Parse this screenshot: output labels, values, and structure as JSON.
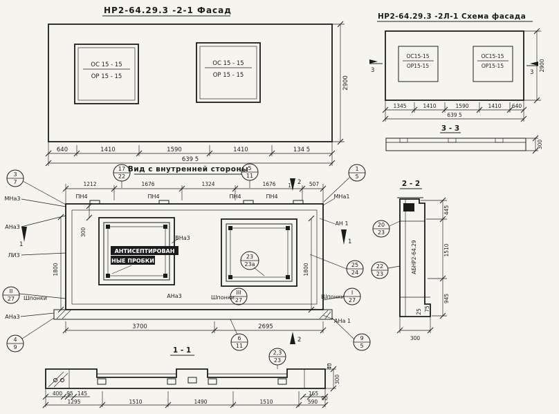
{
  "facade": {
    "title": "НР2-64.29.3 -2-1  Фасад",
    "window_top": "ОС 15 - 15",
    "window_bottom": "ОР 15 - 15",
    "height": "2900",
    "dims": [
      "640",
      "1410",
      "1590",
      "1410",
      "134 5"
    ],
    "total": "639 5"
  },
  "schema": {
    "title": "НР2-64.29.3 -2Л-1 Схема фасада",
    "window_top": "ОС15-15",
    "window_bottom": "ОР15-15",
    "height": "2900",
    "cut_mark": "3",
    "dims": [
      "1345",
      "1410",
      "1590",
      "1410",
      "640"
    ],
    "total": "639 5",
    "section33": {
      "label": "3 - 3",
      "depth": "300"
    }
  },
  "internal": {
    "title": "Вид с внутренней стороны",
    "top_dims": [
      "1212",
      "1676",
      "1324",
      "1676",
      "507"
    ],
    "dim_17": "17",
    "label_pn4": "ПН4",
    "label_mna3": "МНа3",
    "label_mna1": "МНа1",
    "label_ana3": "АНа3",
    "label_li3": "ЛИ3",
    "label_vna3": "ВНа3",
    "label_an1": "АН 1",
    "label_ana1": "АНа 1",
    "label_shponki": "Шпонки",
    "antiseptic_line1": "АНТИСЕПТИРОВАН",
    "antiseptic_line2": "НЫЕ ПРОБКИ",
    "dim_300": "300",
    "dim_1800": "1800",
    "dim_3700": "3700",
    "dim_2695": "2695",
    "cut_mark_1": "1",
    "cut_mark_2": "2",
    "section_label": "1 - 1",
    "callouts": {
      "c3_7": [
        "3",
        "7"
      ],
      "c17_22": [
        "17",
        "22"
      ],
      "c5_11": [
        "5",
        "11"
      ],
      "c1_5": [
        "1",
        "5"
      ],
      "c2_27": [
        "II",
        "27"
      ],
      "c4_9": [
        "4",
        "9"
      ],
      "c6_11": [
        "6",
        "11"
      ],
      "c9_5": [
        "9",
        "5"
      ],
      "c25_24": [
        "25",
        "24"
      ],
      "c23_23a": [
        "23",
        "23а"
      ],
      "c1_27": [
        "I",
        "27"
      ],
      "c3_27": [
        "III",
        "27"
      ],
      "c23_23": [
        "2,3",
        "23"
      ]
    }
  },
  "section22": {
    "label": "2 - 2",
    "stamp": "АБНР2-64.29",
    "dim_445": "445",
    "dim_1510": "1510",
    "dim_945": "945",
    "dim_75": "75",
    "dim_25": "25",
    "dim_300": "300",
    "callouts": {
      "c20_23": [
        "20",
        "23"
      ],
      "c22_23": [
        "22",
        "23"
      ]
    }
  },
  "section11": {
    "dims_small": [
      "400",
      "95",
      "145"
    ],
    "dims_main": [
      "1295",
      "1510",
      "1490",
      "1510",
      "590"
    ],
    "dim_165": "165",
    "dim_90": "90",
    "dim_40": "40",
    "dim_300": "300"
  }
}
